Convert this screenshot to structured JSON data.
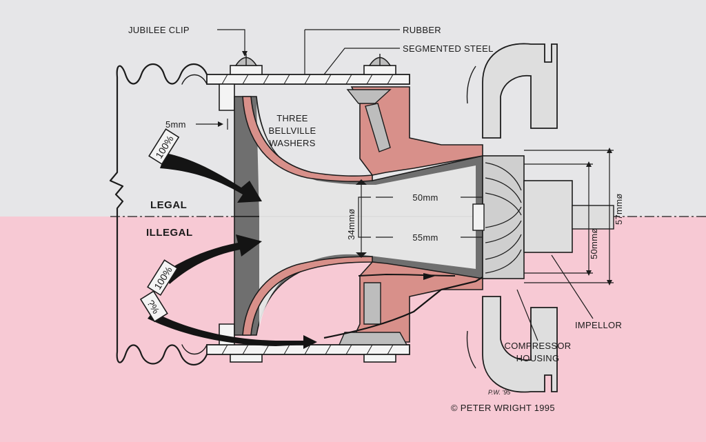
{
  "colors": {
    "legal_bg": "#e6e6e8",
    "illegal_bg": "#f7c9d4",
    "intake_wall": "#d8908a",
    "duct_interior": "#6f6f6f",
    "metal": "#bdbdbd",
    "ink": "#1c1c1c"
  },
  "labels": {
    "jubilee_clip": "JUBILEE CLIP",
    "rubber": "RUBBER",
    "segmented_steel": "SEGMENTED STEEL",
    "gap_5mm": "5mm",
    "three": "THREE",
    "bellville": "BELLVILLE",
    "washers": "WASHERS",
    "pct_100_top": "100%",
    "pct_100_bottom": "100%",
    "pct_unknown": "?%",
    "legal": "LEGAL",
    "illegal": "ILLEGAL",
    "dim_50mm_length": "50mm",
    "dim_55mm_length": "55mm",
    "dim_34mm_dia": "34mmø",
    "dim_57mm_dia": "57mmø",
    "dim_50mm_dia": "50mmø",
    "impellor": "IMPELLOR",
    "compressor": "COMPRESSOR",
    "housing": "HOUSING",
    "copyright": "© PETER WRIGHT 1995",
    "signature": "P.W. '95"
  }
}
